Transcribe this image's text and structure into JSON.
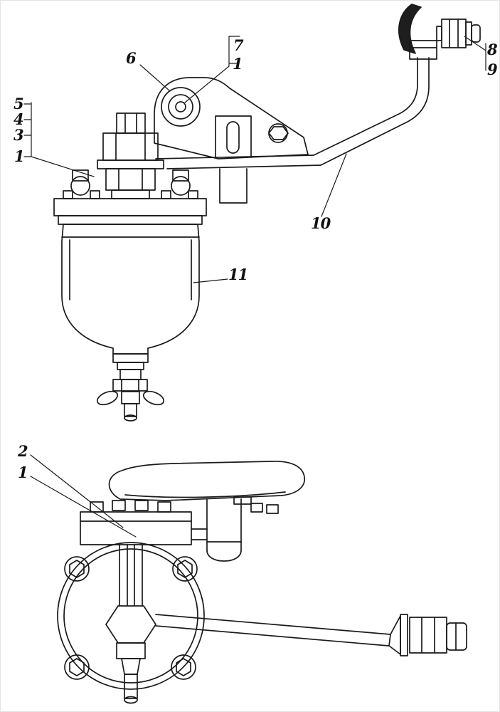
{
  "diagram": {
    "callouts": {
      "left_group": [
        {
          "label": "5"
        },
        {
          "label": "4"
        },
        {
          "label": "3"
        },
        {
          "label": "1"
        }
      ],
      "top_group": [
        {
          "label": "6"
        },
        {
          "label": "7"
        },
        {
          "label": "1"
        }
      ],
      "right_group": [
        {
          "label": "8"
        },
        {
          "label": "9"
        }
      ],
      "pipe_label": {
        "label": "10"
      },
      "bowl_label": {
        "label": "11"
      },
      "bottom_view_group": [
        {
          "label": "2"
        },
        {
          "label": "1"
        }
      ]
    }
  }
}
